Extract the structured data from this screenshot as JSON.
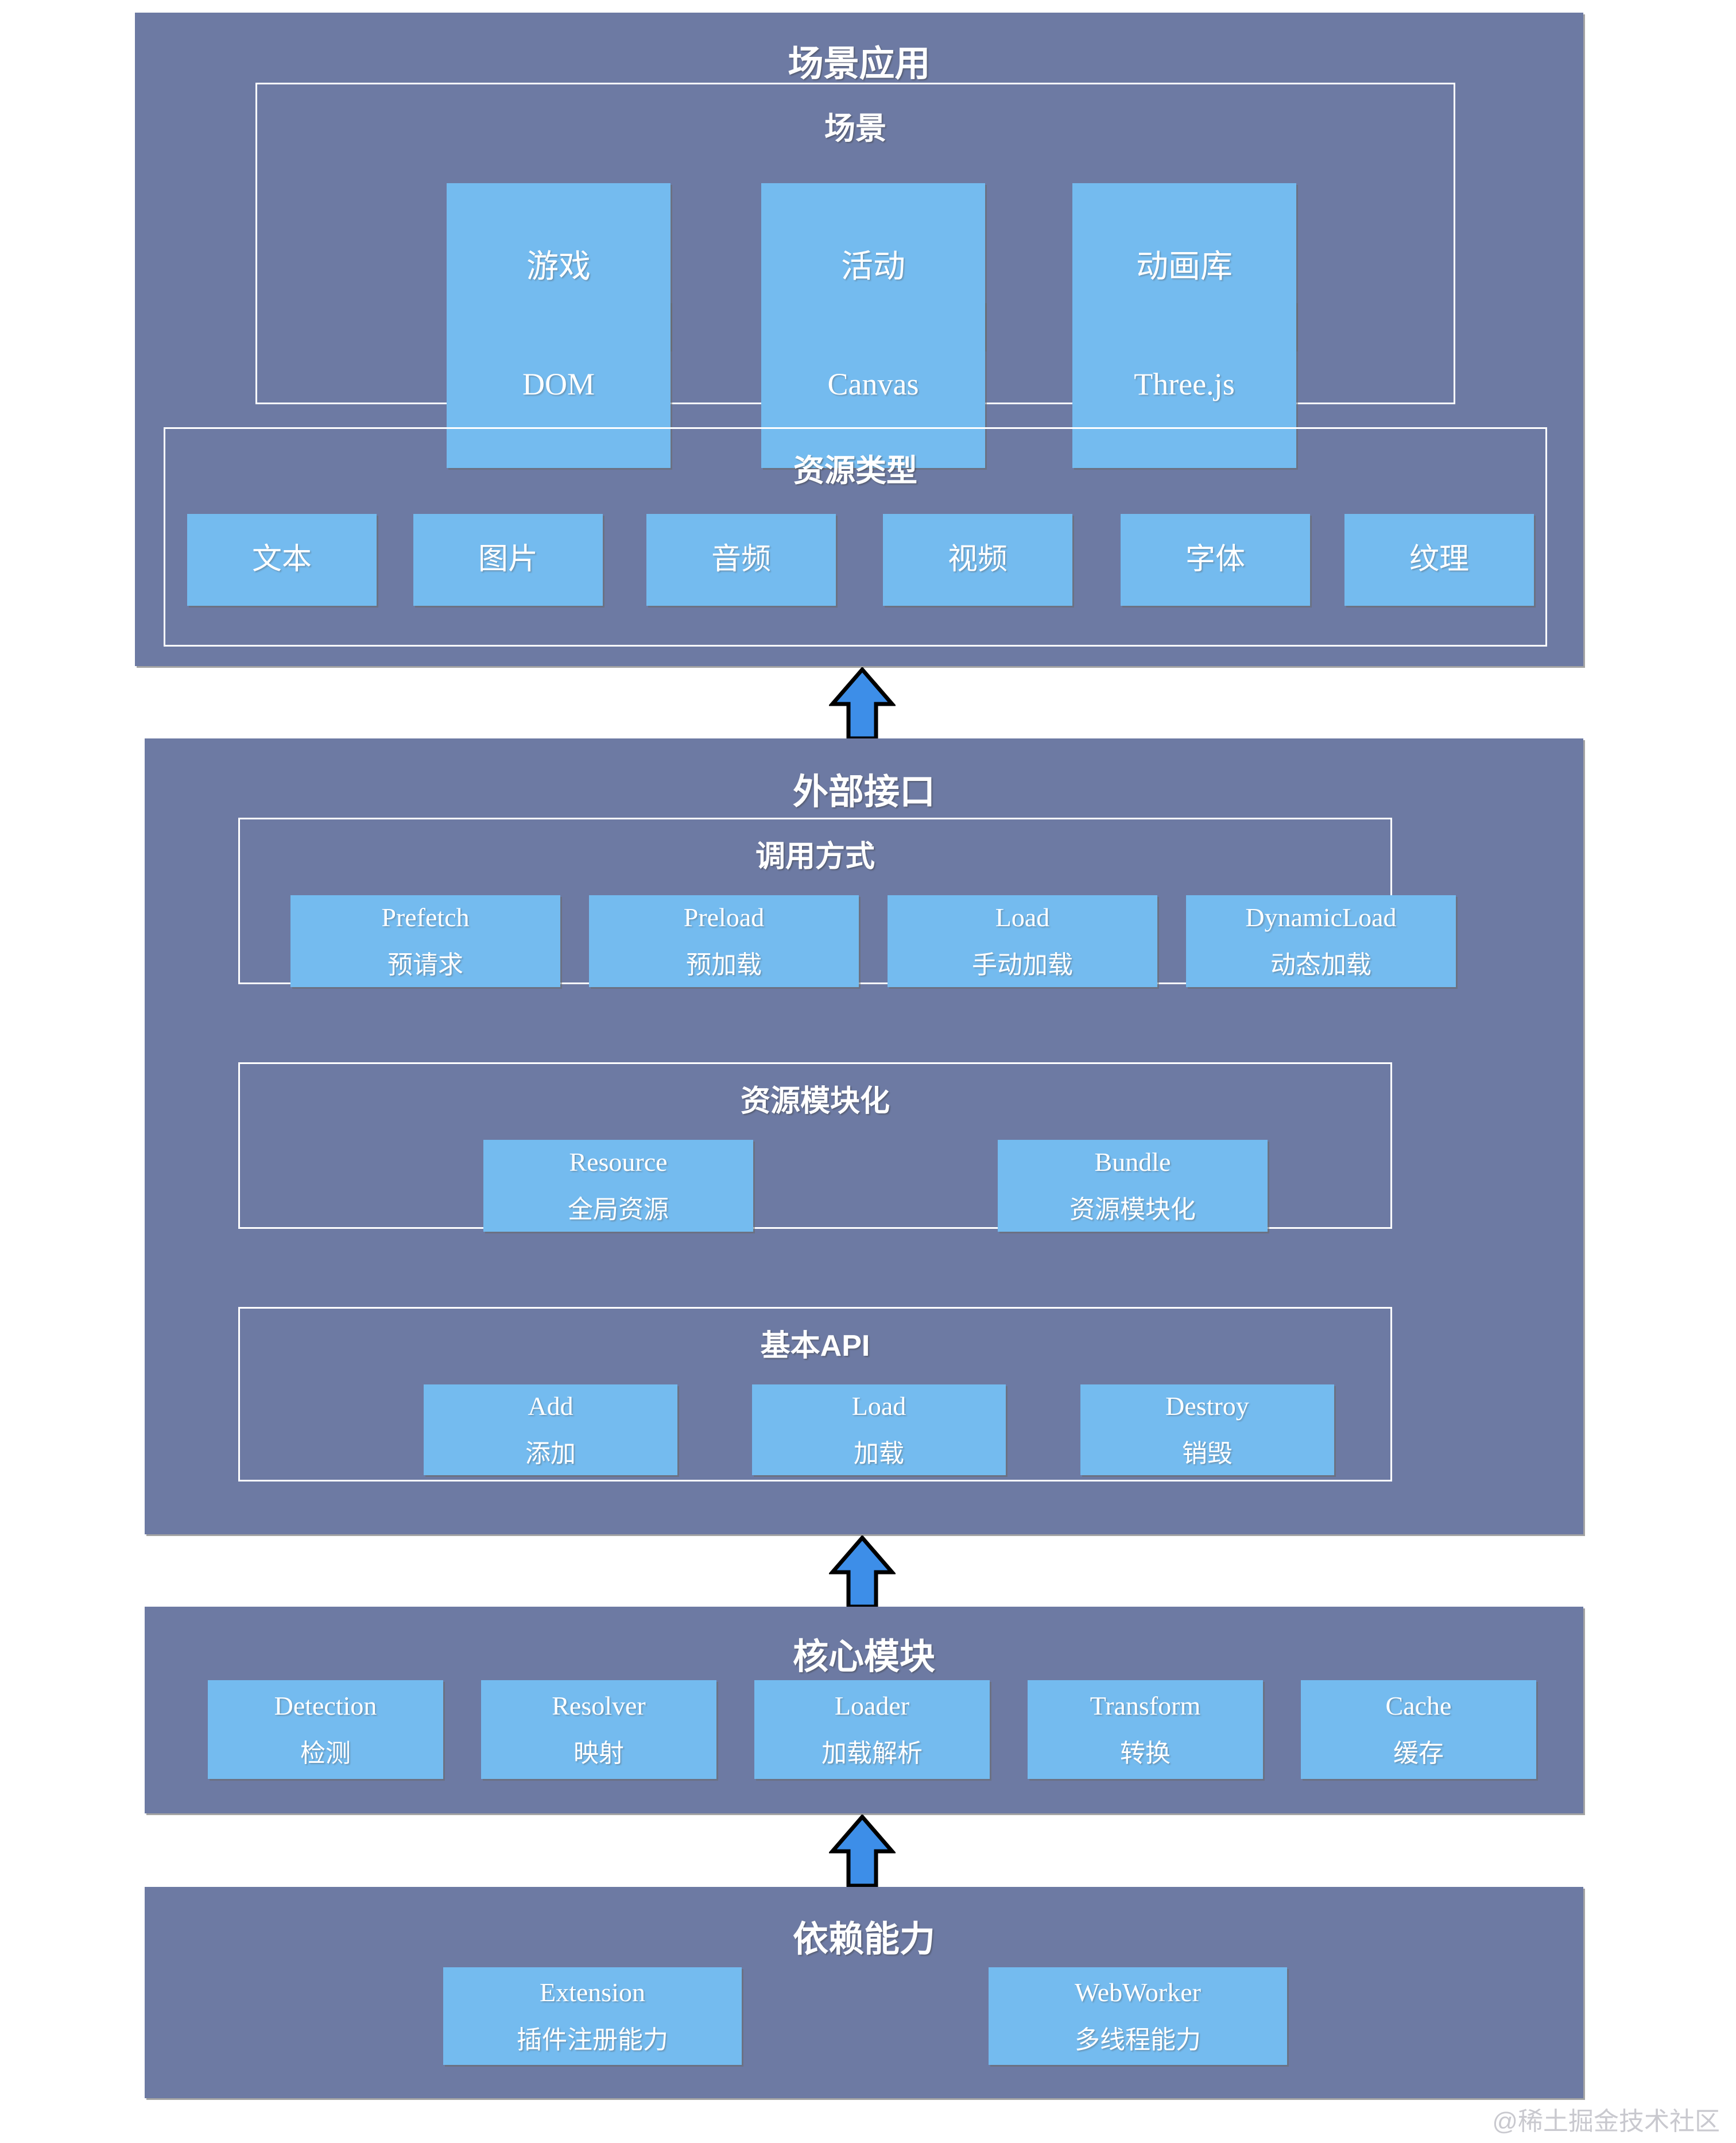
{
  "colors": {
    "panel_bg": "#6d7aa3",
    "box_bg": "#74bbef",
    "frame_border": "#ffffff",
    "arrow_fill": "#3d8ee8",
    "arrow_stroke": "#000000",
    "text": "#ffffff",
    "page_bg": "#ffffff"
  },
  "layers": [
    {
      "id": "scene-application",
      "title": "场景应用",
      "groups": [
        {
          "id": "scene",
          "title": "场景",
          "boxes": [
            {
              "en": "",
              "cn": "游戏"
            },
            {
              "en": "",
              "cn": "活动"
            },
            {
              "en": "",
              "cn": "动画库"
            },
            {
              "en": "DOM",
              "cn": ""
            },
            {
              "en": "Canvas",
              "cn": ""
            },
            {
              "en": "Three.js",
              "cn": ""
            }
          ]
        },
        {
          "id": "resource-type",
          "title": "资源类型",
          "boxes": [
            {
              "en": "",
              "cn": "文本"
            },
            {
              "en": "",
              "cn": "图片"
            },
            {
              "en": "",
              "cn": "音频"
            },
            {
              "en": "",
              "cn": "视频"
            },
            {
              "en": "",
              "cn": "字体"
            },
            {
              "en": "",
              "cn": "纹理"
            }
          ]
        }
      ]
    },
    {
      "id": "external-interface",
      "title": "外部接口",
      "groups": [
        {
          "id": "invocation-method",
          "title": "调用方式",
          "boxes": [
            {
              "en": "Prefetch",
              "cn": "预请求"
            },
            {
              "en": "Preload",
              "cn": "预加载"
            },
            {
              "en": "Load",
              "cn": "手动加载"
            },
            {
              "en": "DynamicLoad",
              "cn": "动态加载"
            }
          ]
        },
        {
          "id": "resource-modularization",
          "title": "资源模块化",
          "boxes": [
            {
              "en": "Resource",
              "cn": "全局资源"
            },
            {
              "en": "Bundle",
              "cn": "资源模块化"
            }
          ]
        },
        {
          "id": "basic-api",
          "title": "基本API",
          "boxes": [
            {
              "en": "Add",
              "cn": "添加"
            },
            {
              "en": "Load",
              "cn": "加载"
            },
            {
              "en": "Destroy",
              "cn": "销毁"
            }
          ]
        }
      ]
    },
    {
      "id": "core-module",
      "title": "核心模块",
      "groups": [
        {
          "id": "core-items",
          "title": "",
          "boxes": [
            {
              "en": "Detection",
              "cn": "检测"
            },
            {
              "en": "Resolver",
              "cn": "映射"
            },
            {
              "en": "Loader",
              "cn": "加载解析"
            },
            {
              "en": "Transform",
              "cn": "转换"
            },
            {
              "en": "Cache",
              "cn": "缓存"
            }
          ]
        }
      ]
    },
    {
      "id": "dependency-capability",
      "title": "依赖能力",
      "groups": [
        {
          "id": "dependency-items",
          "title": "",
          "boxes": [
            {
              "en": "Extension",
              "cn": "插件注册能力"
            },
            {
              "en": "WebWorker",
              "cn": "多线程能力"
            }
          ]
        }
      ]
    }
  ],
  "arrows": [
    {
      "id": "arrow-external-to-scene",
      "direction": "up"
    },
    {
      "id": "arrow-core-to-external",
      "direction": "up"
    },
    {
      "id": "arrow-dependency-to-core",
      "direction": "up"
    }
  ],
  "watermark": {
    "text": "@稀土掘金技术社区"
  }
}
